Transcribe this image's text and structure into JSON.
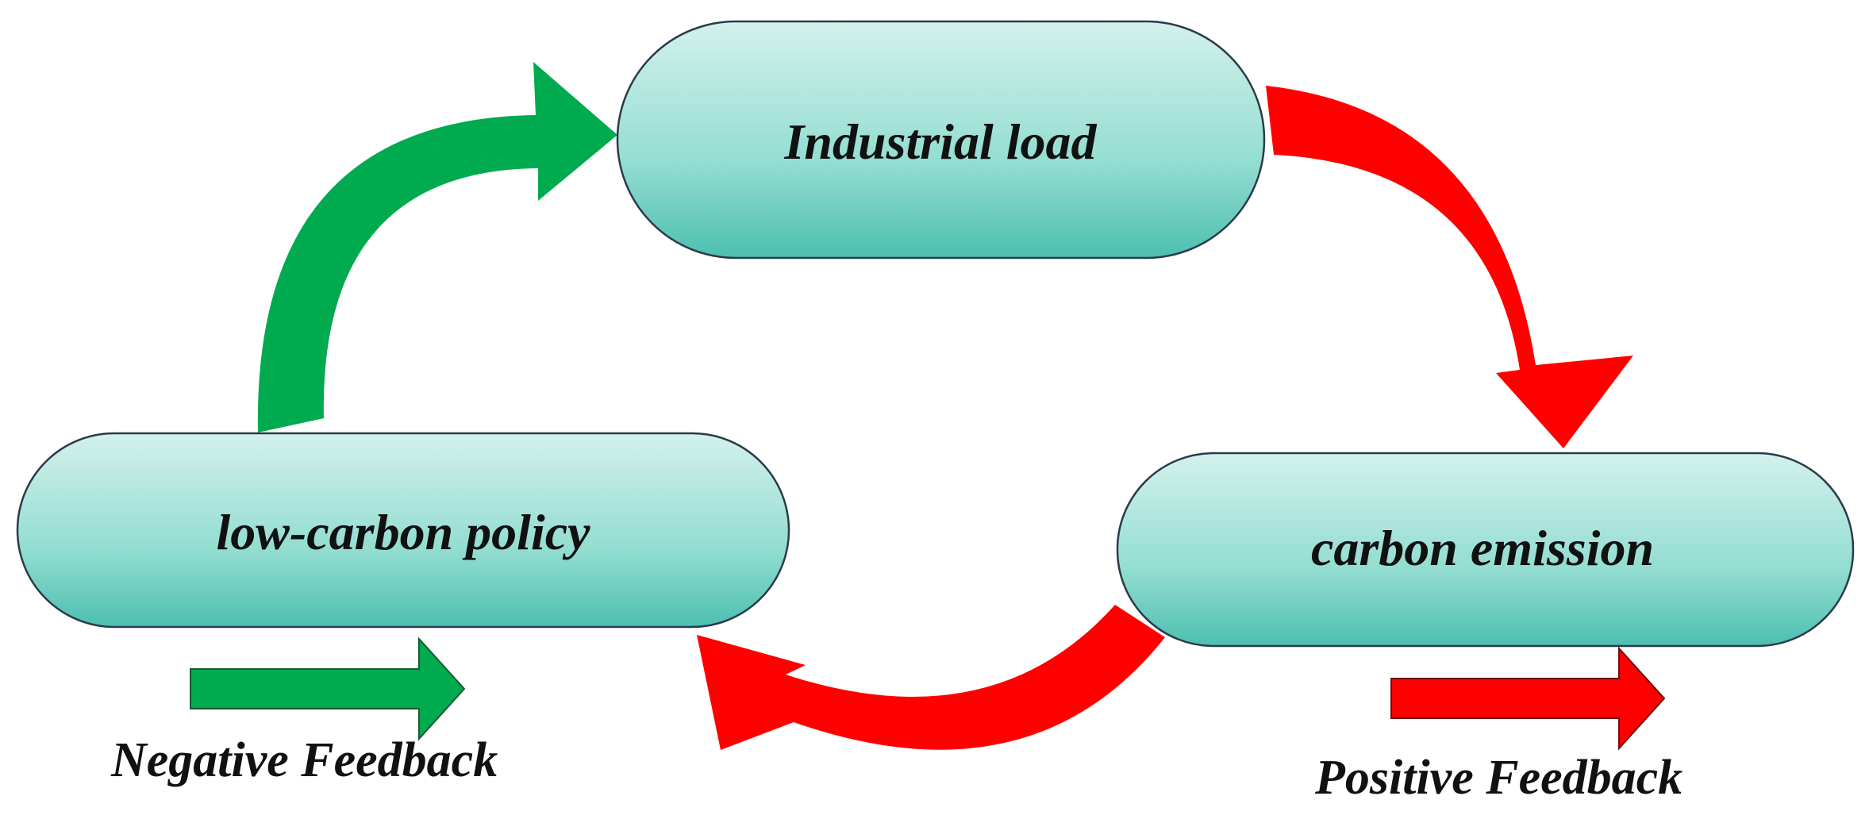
{
  "nodes": {
    "industrial_load": {
      "label": "Industrial load"
    },
    "carbon_emission": {
      "label": "carbon emission"
    },
    "low_carbon_policy": {
      "label": "low-carbon policy"
    }
  },
  "legend": {
    "negative": {
      "label": "Negative Feedback",
      "color": "#00aa4f"
    },
    "positive": {
      "label": "Positive Feedback",
      "color": "#ff0000"
    }
  },
  "colors": {
    "node_top": "#d3f1ec",
    "node_bottom": "#4dbfb0",
    "node_border": "#2b3a4a",
    "negative_arrow": "#00aa4f",
    "positive_arrow": "#ff0000"
  },
  "edges": [
    {
      "from": "Industrial load",
      "to": "carbon emission",
      "type": "positive"
    },
    {
      "from": "carbon emission",
      "to": "low-carbon policy",
      "type": "positive"
    },
    {
      "from": "low-carbon policy",
      "to": "Industrial load",
      "type": "negative"
    }
  ]
}
